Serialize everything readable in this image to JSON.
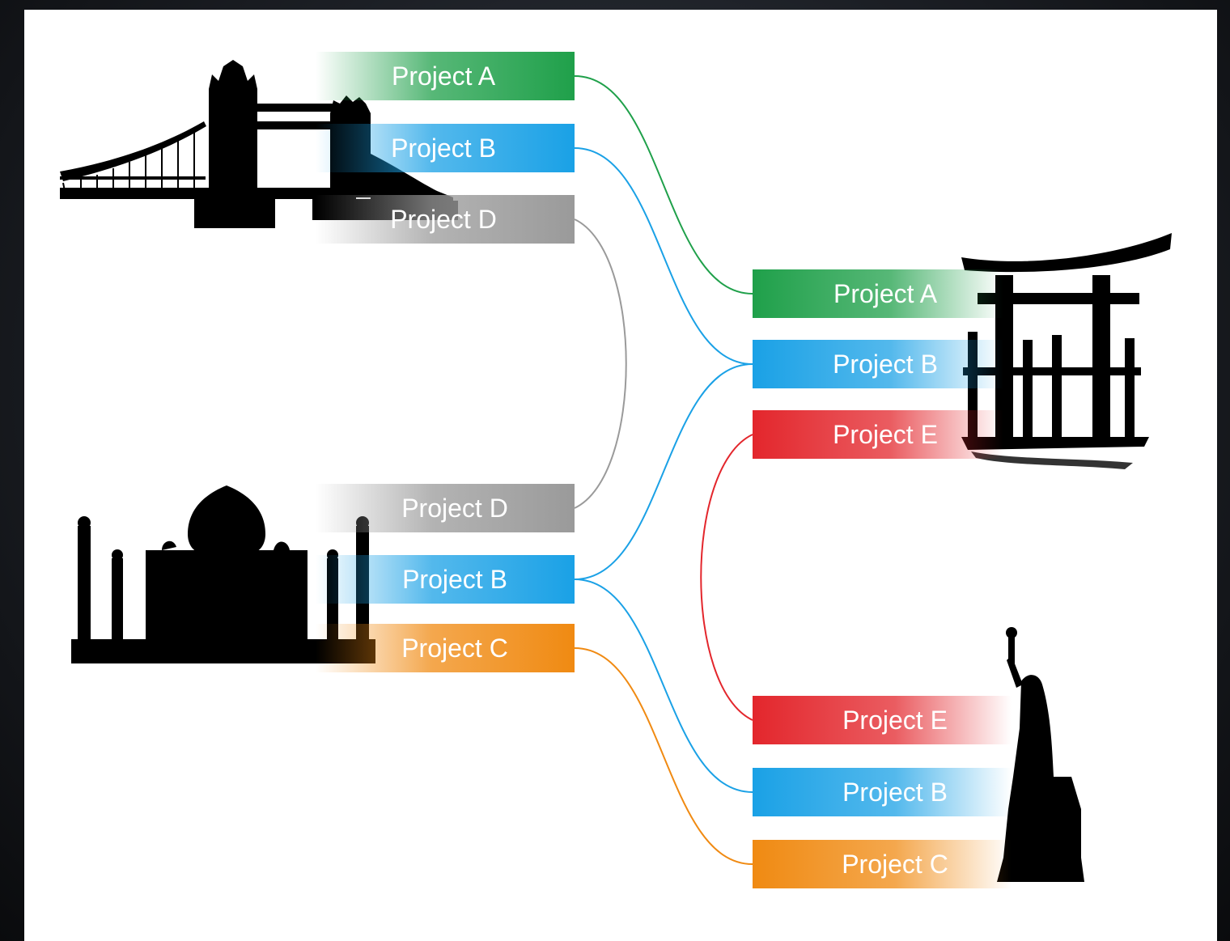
{
  "colors": {
    "A": "#1fa04a",
    "B": "#1aa1e6",
    "C": "#f08a12",
    "D": "#9a9a9a",
    "E": "#e3262c"
  },
  "groups": [
    {
      "name": "london-group",
      "landmark": "tower-bridge-icon",
      "labels": [
        {
          "key": "A",
          "text": "Project A"
        },
        {
          "key": "B",
          "text": "Project B"
        },
        {
          "key": "D",
          "text": "Project D"
        }
      ]
    },
    {
      "name": "agra-group",
      "landmark": "taj-mahal-icon",
      "labels": [
        {
          "key": "D",
          "text": "Project D"
        },
        {
          "key": "B",
          "text": "Project B"
        },
        {
          "key": "C",
          "text": "Project C"
        }
      ]
    },
    {
      "name": "japan-group",
      "landmark": "torii-gate-icon",
      "labels": [
        {
          "key": "A",
          "text": "Project A"
        },
        {
          "key": "B",
          "text": "Project B"
        },
        {
          "key": "E",
          "text": "Project E"
        }
      ]
    },
    {
      "name": "new-york-group",
      "landmark": "statue-of-liberty-icon",
      "labels": [
        {
          "key": "E",
          "text": "Project E"
        },
        {
          "key": "B",
          "text": "Project B"
        },
        {
          "key": "C",
          "text": "Project C"
        }
      ]
    }
  ],
  "connections": [
    {
      "key": "A",
      "from": "london-group.A",
      "to": "japan-group.A"
    },
    {
      "key": "B",
      "from": "london-group.B",
      "to": "japan-group.B"
    },
    {
      "key": "D",
      "from": "london-group.D",
      "to": "agra-group.D"
    },
    {
      "key": "B",
      "from": "agra-group.B",
      "to": "japan-group.B"
    },
    {
      "key": "B",
      "from": "agra-group.B",
      "to": "new-york-group.B"
    },
    {
      "key": "C",
      "from": "agra-group.C",
      "to": "new-york-group.C"
    },
    {
      "key": "E",
      "from": "japan-group.E",
      "to": "new-york-group.E"
    }
  ]
}
